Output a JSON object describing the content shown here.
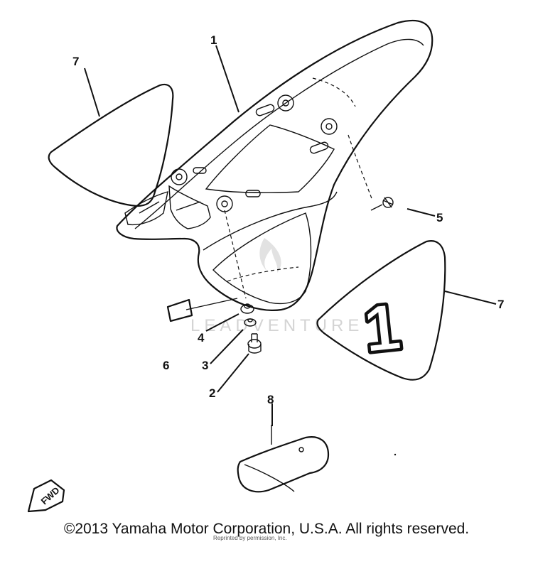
{
  "callouts": {
    "c1": "1",
    "c2": "2",
    "c3": "3",
    "c4": "4",
    "c5": "5",
    "c6": "6",
    "c7_left": "7",
    "c7_right": "7",
    "c8": "8"
  },
  "decal_number": "1",
  "fwd_label": "FWD",
  "watermark": "LEADVENTURE",
  "footer": {
    "copyright": "©2013 Yamaha Motor Corporation, U.S.A. All rights reserved.",
    "overprint": "Reprinted by permission, Inc."
  }
}
